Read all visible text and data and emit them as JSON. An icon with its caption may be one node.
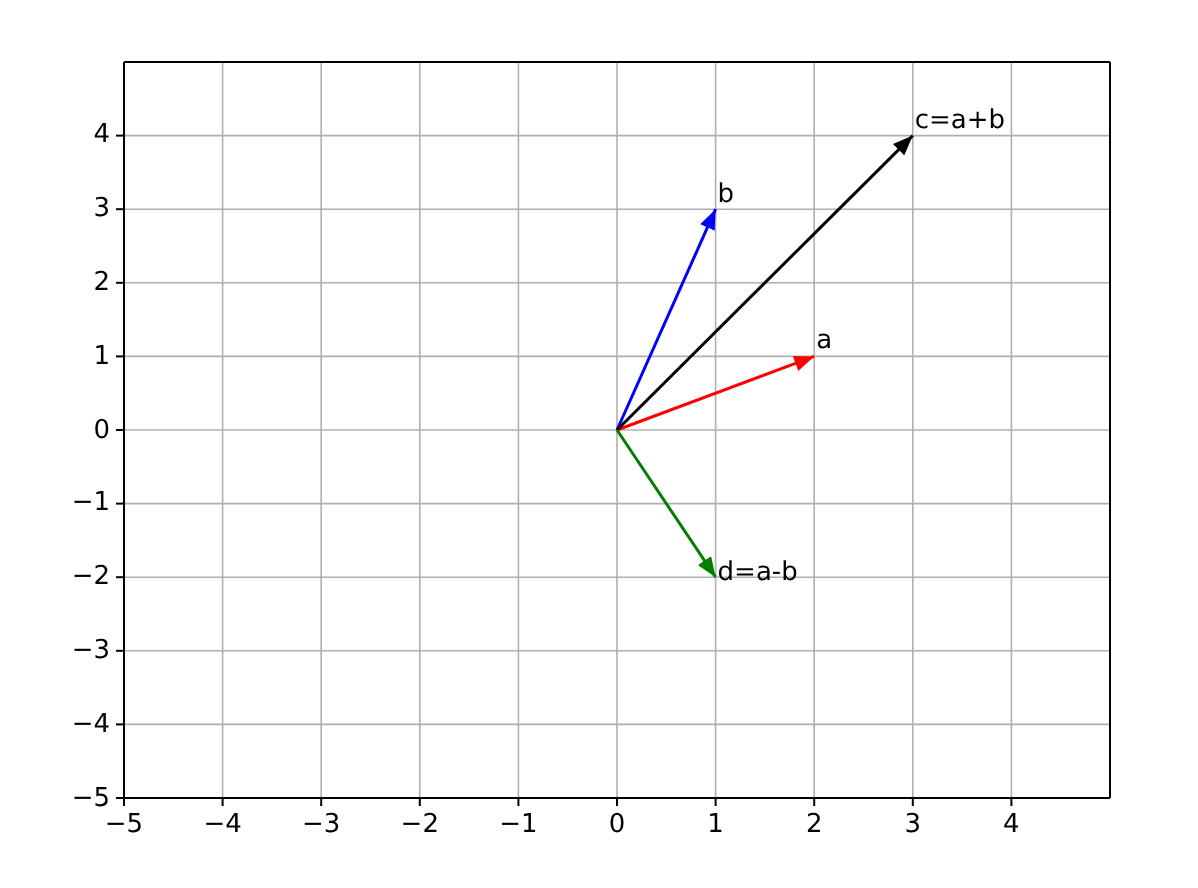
{
  "diagram": {
    "nodes": [
      {
        "text": [
          "a"
        ]
      },
      {
        "text": [
          "b"
        ]
      },
      {
        "text": [
          "c=a+b"
        ]
      },
      {
        "text": [
          "d=a-b"
        ]
      }
    ],
    "edges": [
      {
        "from": null,
        "to": 0,
        "arrow": "to",
        "color": "#ff0000"
      },
      {
        "from": null,
        "to": 1,
        "arrow": "to",
        "color": "#0000ff"
      },
      {
        "from": null,
        "to": 2,
        "arrow": "to",
        "color": "#000000"
      },
      {
        "from": null,
        "to": 3,
        "arrow": "to",
        "color": "#008000"
      }
    ],
    "labels": [
      "4",
      "3",
      "2",
      "1",
      "0",
      "−1",
      "−2",
      "−3",
      "−4",
      "−5",
      "−5",
      "−4",
      "−3",
      "−2",
      "−1",
      "0",
      "1",
      "2",
      "3",
      "4"
    ]
  }
}
